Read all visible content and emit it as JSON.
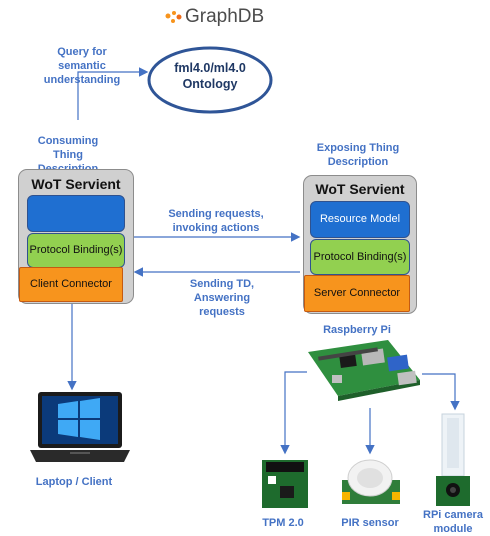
{
  "graphdb": {
    "logo_text": "GraphDB"
  },
  "ontology": {
    "line1": "fml4.0/ml4.0",
    "line2": "Ontology"
  },
  "labels": {
    "query": "Query for semantic understanding",
    "consuming": "Consuming Thing Description",
    "exposing": "Exposing Thing Description",
    "sending_requests": "Sending requests, invoking actions",
    "sending_td": "Sending TD, Answering requests",
    "raspberry": "Raspberry Pi",
    "laptop": "Laptop / Client",
    "tpm": "TPM 2.0",
    "pir": "PIR sensor",
    "camera": "RPi camera module"
  },
  "left_servient": {
    "title": "WoT Servient",
    "block1": "",
    "protocol": "Protocol Binding(s)",
    "connector": "Client Connector"
  },
  "right_servient": {
    "title": "WoT Servient",
    "resource": "Resource Model",
    "protocol": "Protocol Binding(s)",
    "connector": "Server Connector"
  },
  "colors": {
    "accent": "#4472c4",
    "block_blue": "#1f6fd1",
    "block_green": "#92d050",
    "block_orange": "#f7941d"
  }
}
